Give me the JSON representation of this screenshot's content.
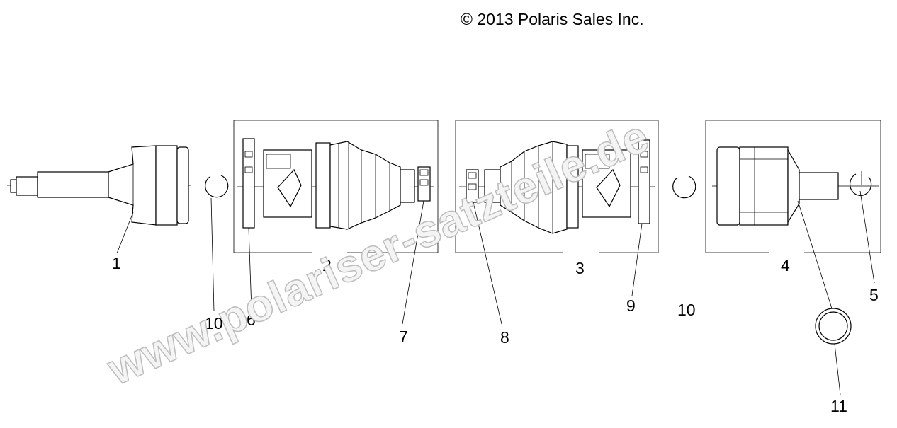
{
  "copyright": "© 2013 Polaris Sales Inc.",
  "watermark": "www.polariser-satzteile.de",
  "callouts": [
    "1",
    "2",
    "3",
    "4",
    "5",
    "6",
    "7",
    "8",
    "9",
    "10",
    "10",
    "11"
  ]
}
